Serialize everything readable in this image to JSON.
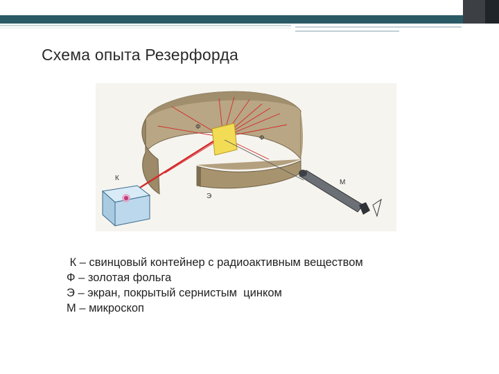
{
  "slide": {
    "title": "Схема опыта Резерфорда"
  },
  "diagram": {
    "labels": {
      "container": "К",
      "foil_outer": "Ф",
      "foil_inner": "Ф",
      "screen": "Э",
      "microscope": "М"
    },
    "colors": {
      "ring": "#b3a07f",
      "ring_dark": "#8c7a5c",
      "beam": "#d42a2a",
      "foil": "#f3dc55",
      "container": "#bcd8ec",
      "microscope": "#555a60"
    }
  },
  "legend": {
    "line1": " К – свинцовый контейнер с радиоактивным веществом",
    "line2": "Ф – золотая фольга",
    "line3": "Э – экран, покрытый сернистым  цинком",
    "line4": "М – микроскоп"
  }
}
